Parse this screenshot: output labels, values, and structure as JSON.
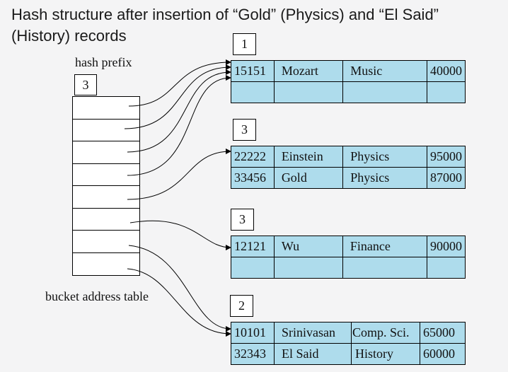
{
  "title": "Hash structure after insertion of “Gold” (Physics) and “El Said” (History) records",
  "hash_prefix": {
    "label": "hash prefix",
    "value": "3"
  },
  "bucket_address_table": {
    "label": "bucket address table",
    "entries": 8
  },
  "buckets": [
    {
      "prefix": "1",
      "rows": [
        [
          "15151",
          "Mozart",
          "Music",
          "40000"
        ],
        [
          "",
          "",
          "",
          ""
        ]
      ]
    },
    {
      "prefix": "3",
      "rows": [
        [
          "22222",
          "Einstein",
          "Physics",
          "95000"
        ],
        [
          "33456",
          "Gold",
          "Physics",
          "87000"
        ]
      ]
    },
    {
      "prefix": "3",
      "rows": [
        [
          "12121",
          "Wu",
          "Finance",
          "90000"
        ],
        [
          "",
          "",
          "",
          ""
        ]
      ]
    },
    {
      "prefix": "2",
      "rows": [
        [
          "10101",
          "Srinivasan",
          "Comp. Sci.",
          "65000"
        ],
        [
          "32343",
          "El Said",
          "History",
          "60000"
        ]
      ]
    }
  ]
}
